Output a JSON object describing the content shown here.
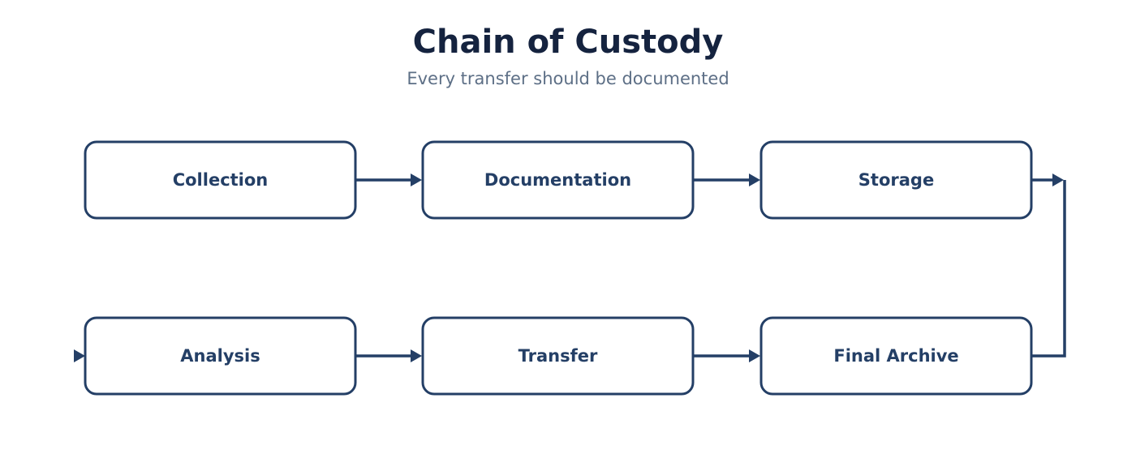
{
  "header": {
    "title": "Chain of Custody",
    "subtitle": "Every transfer should be documented"
  },
  "colors": {
    "primary": "#243f66",
    "title": "#15233f",
    "subtitle": "#5d6f86",
    "background": "#ffffff"
  },
  "steps": [
    {
      "id": "collection",
      "label": "Collection"
    },
    {
      "id": "documentation",
      "label": "Documentation"
    },
    {
      "id": "storage",
      "label": "Storage"
    },
    {
      "id": "final-archive",
      "label": "Final Archive"
    },
    {
      "id": "transfer",
      "label": "Transfer"
    },
    {
      "id": "analysis",
      "label": "Analysis"
    }
  ]
}
